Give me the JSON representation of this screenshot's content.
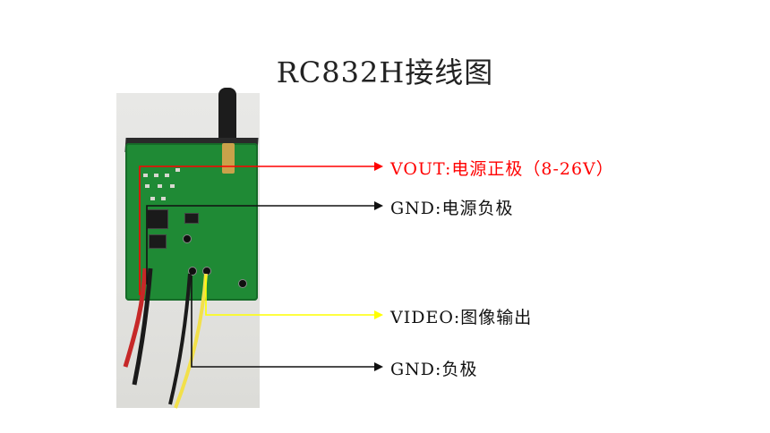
{
  "title": "RC832H接线图",
  "labels": {
    "vout": "VOUT:电源正极（8-26V）",
    "gnd_power": "GND:电源负极",
    "video": "VIDEO:图像输出",
    "gnd": "GND:负极"
  },
  "colors": {
    "vout": "#ff0000",
    "gnd_power": "#111111",
    "video": "#ffff00",
    "gnd": "#111111"
  }
}
